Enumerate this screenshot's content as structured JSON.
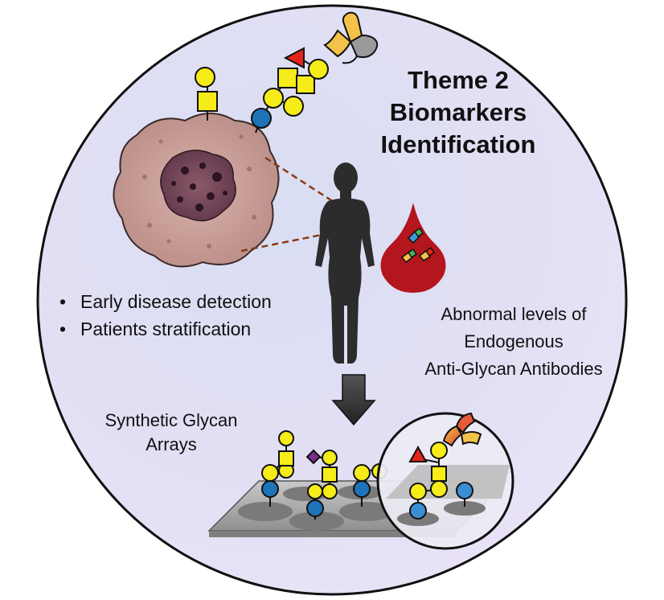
{
  "title": {
    "line1": "Theme 2",
    "line2": "Biomarkers",
    "line3": "Identification"
  },
  "bullets": [
    "Early disease detection",
    "Patients stratification"
  ],
  "antibody_text": {
    "line1": "Abnormal levels of",
    "line2": "Endogenous",
    "line3": "Anti-Glycan Antibodies"
  },
  "arrays_label": {
    "line1": "Synthetic Glycan",
    "line2": "Arrays"
  },
  "colors": {
    "circle_fill": "#e6e3f5",
    "glycan_yellow": "#f5ec1a",
    "glycan_blue": "#1f73b7",
    "fucose_red": "#e3241b",
    "sialic_purple": "#7b2d8e",
    "blood_red": "#b3161c",
    "tumor_pink": "#c79a94"
  },
  "icons": [
    "tumor-cell-icon",
    "human-silhouette-icon",
    "blood-drop-icon",
    "antibody-icon",
    "glycan-array-icon",
    "magnifier-icon",
    "down-arrow-icon"
  ]
}
